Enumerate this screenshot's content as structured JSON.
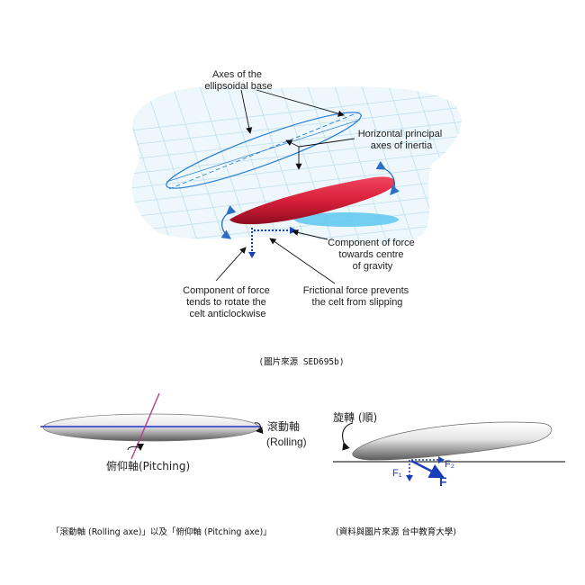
{
  "top_figure": {
    "labels": {
      "axes_base": [
        "Axes of the",
        "ellipsoidal base"
      ],
      "principal_axes": [
        "Horizontal principal",
        "axes of inertia"
      ],
      "comp_gravity": [
        "Component of force",
        "towards centre",
        "of gravity"
      ],
      "comp_rotate": [
        "Component of force",
        "tends to rotate the",
        "celt anticlockwise"
      ],
      "friction": [
        "Frictional force prevents",
        "the celt from slipping"
      ]
    },
    "source": "(圖片來源 SED695b)",
    "colors": {
      "body": "#d81f3a",
      "shadow": "#5cc8f0",
      "outline": "#2a7fd4",
      "grid": "#bfe0ee"
    }
  },
  "bottom_left": {
    "rolling_zh": "滾動軸",
    "rolling_en": "(Rolling)",
    "pitching": "俯仰軸(Pitching)"
  },
  "bottom_right": {
    "rotation": "旋轉 (順)",
    "f1": "F₁",
    "f2": "F₂",
    "f": "F"
  },
  "captions": {
    "left": "「滾動軸 (Rolling axe)」以及「俯仰軸 (Pitching axe)」",
    "right": "(資料與圖片來源 台中教育大學)"
  }
}
